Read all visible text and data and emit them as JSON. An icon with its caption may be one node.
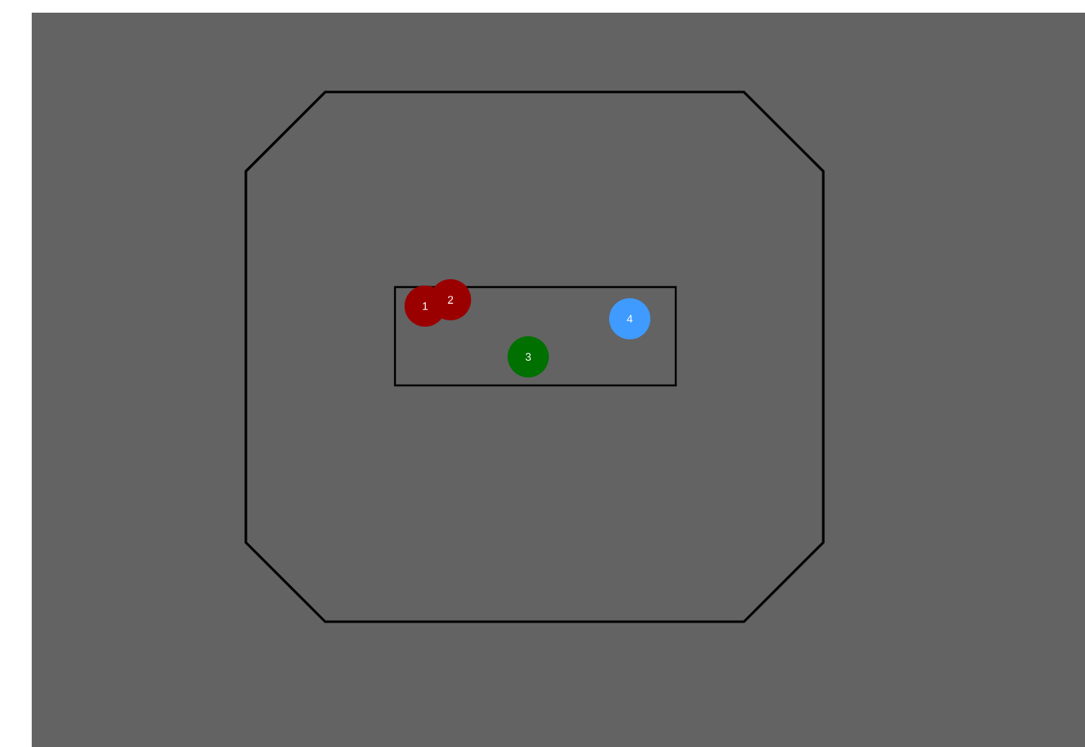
{
  "diagram": {
    "nodes": [
      {
        "text": [],
        "shape": "octagon"
      },
      {
        "text": [],
        "shape": "box",
        "in": 0
      },
      {
        "text": [
          "1"
        ],
        "in": 1
      },
      {
        "text": [
          "2"
        ],
        "in": 0
      },
      {
        "text": [
          "3"
        ],
        "in": 1
      },
      {
        "text": [
          "4"
        ],
        "in": 1
      }
    ]
  }
}
